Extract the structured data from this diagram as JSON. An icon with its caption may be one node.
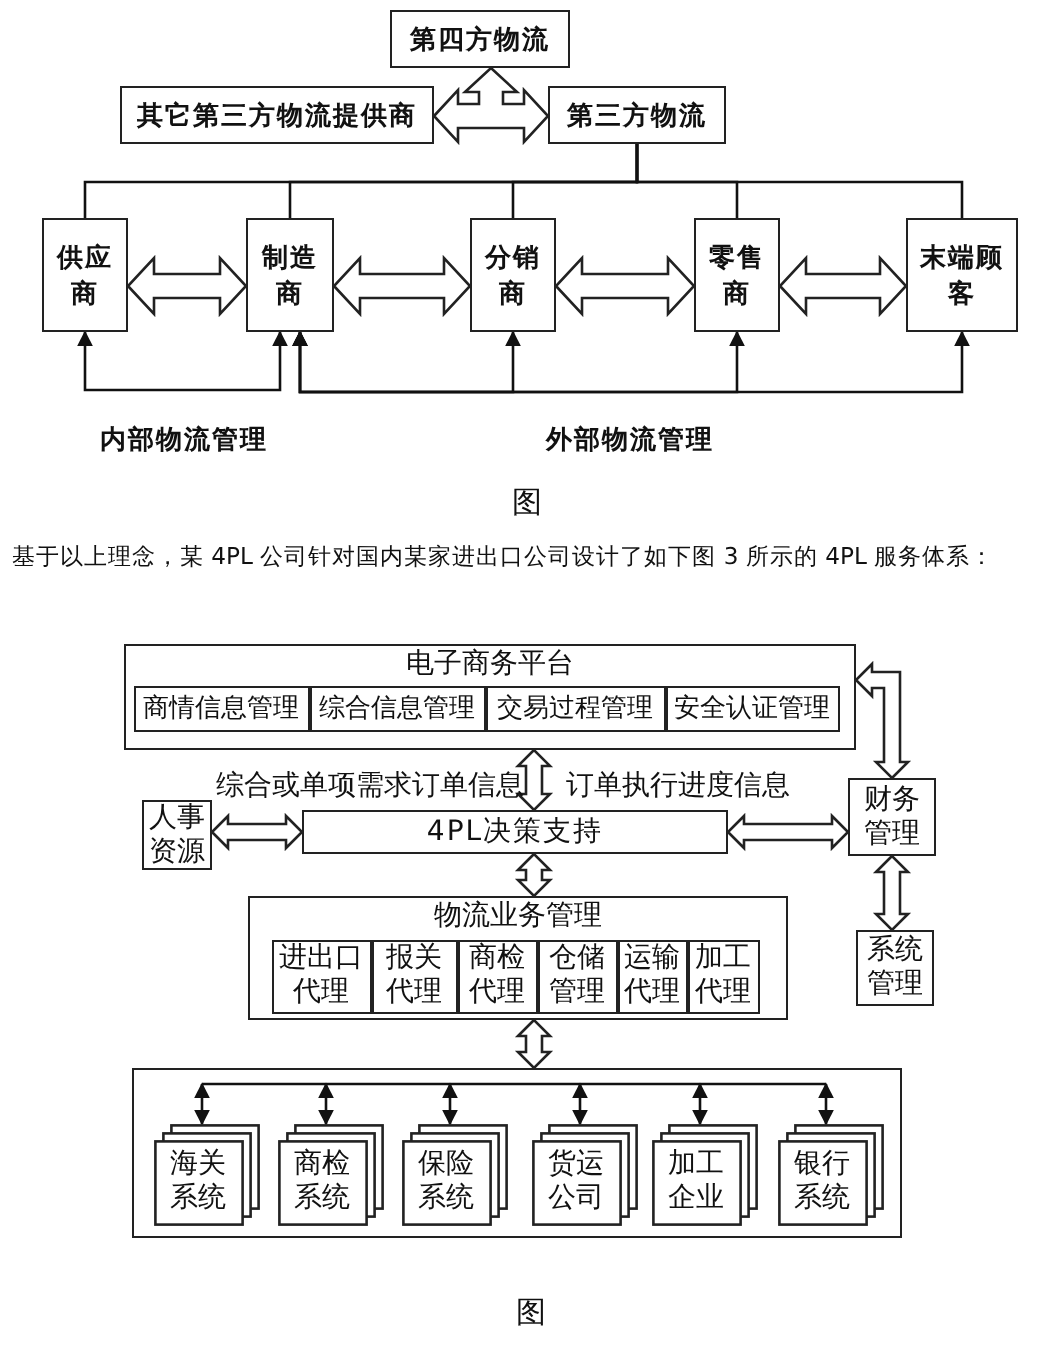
{
  "diagram": {
    "nodes": [
      {
        "text": [
          "第四方物流"
        ]
      },
      {
        "text": [
          "其它第三方物流提供商"
        ]
      },
      {
        "text": [
          "第三方物流"
        ]
      },
      {
        "text": [
          "供应商"
        ]
      },
      {
        "text": [
          "制造商"
        ]
      },
      {
        "text": [
          "分销商"
        ]
      },
      {
        "text": [
          "零售商"
        ]
      },
      {
        "text": [
          "末端顾客"
        ]
      },
      {
        "text": [
          "电子商务平台"
        ]
      },
      {
        "text": [
          "商情信息管理"
        ],
        "in": 8
      },
      {
        "text": [
          "综合信息管理"
        ],
        "in": 8
      },
      {
        "text": [
          "交易过程管理"
        ],
        "in": 8
      },
      {
        "text": [
          "安全认证管理"
        ],
        "in": 8
      },
      {
        "text": [
          "人事资源"
        ]
      },
      {
        "text": [
          "4PL决策支持"
        ]
      },
      {
        "text": [
          "财务管理"
        ]
      },
      {
        "text": [
          "物流业务管理"
        ]
      },
      {
        "text": [
          "进出口代理"
        ],
        "in": 16
      },
      {
        "text": [
          "报关代理"
        ],
        "in": 16
      },
      {
        "text": [
          "商检代理"
        ],
        "in": 16
      },
      {
        "text": [
          "仓储管理"
        ],
        "in": 16
      },
      {
        "text": [
          "运输代理"
        ],
        "in": 16
      },
      {
        "text": [
          "加工代理"
        ],
        "in": 16
      },
      {
        "text": [
          "系统管理"
        ]
      },
      {
        "text": [],
        "shape": "box"
      },
      {
        "text": [
          "海关系统"
        ],
        "in": 24
      },
      {
        "text": [
          "商检系统"
        ],
        "in": 24
      },
      {
        "text": [
          "保险系统"
        ],
        "in": 24
      },
      {
        "text": [
          "货运公司"
        ],
        "in": 24
      },
      {
        "text": [
          "加工企业"
        ],
        "in": 24
      },
      {
        "text": [
          "银行系统"
        ],
        "in": 24
      }
    ],
    "edges": [
      {
        "from": 1,
        "to": 2,
        "arrow": "both",
        "style": "thick"
      },
      {
        "from": null,
        "to": 0,
        "arrow": "to",
        "style": "thick"
      },
      {
        "from": 2,
        "to": 3,
        "arrow": "none"
      },
      {
        "from": 2,
        "to": 4,
        "arrow": "none"
      },
      {
        "from": 2,
        "to": 5,
        "arrow": "none"
      },
      {
        "from": 2,
        "to": 6,
        "arrow": "none"
      },
      {
        "from": 2,
        "to": 7,
        "arrow": "none"
      },
      {
        "from": 3,
        "to": 4,
        "arrow": "both",
        "style": "thick"
      },
      {
        "from": 4,
        "to": 5,
        "arrow": "both",
        "style": "thick"
      },
      {
        "from": 5,
        "to": 6,
        "arrow": "both",
        "style": "thick"
      },
      {
        "from": 6,
        "to": 7,
        "arrow": "both",
        "style": "thick"
      },
      {
        "from": 3,
        "to": 4,
        "arrow": "both"
      },
      {
        "from": 4,
        "to": 5,
        "arrow": "both"
      },
      {
        "from": 4,
        "to": 6,
        "arrow": "both"
      },
      {
        "from": 4,
        "to": 7,
        "arrow": "both"
      },
      {
        "from": 8,
        "to": 14,
        "arrow": "both",
        "style": "thick"
      },
      {
        "from": 13,
        "to": 14,
        "arrow": "both",
        "style": "thick"
      },
      {
        "from": 14,
        "to": 15,
        "arrow": "both",
        "style": "thick"
      },
      {
        "from": 15,
        "to": 8,
        "arrow": "both",
        "style": "thick"
      },
      {
        "from": 15,
        "to": 23,
        "arrow": "both",
        "style": "thick"
      },
      {
        "from": 14,
        "to": 16,
        "arrow": "both",
        "style": "thick"
      },
      {
        "from": 16,
        "to": 24,
        "arrow": "both",
        "style": "thick"
      },
      {
        "from": 24,
        "to": 25,
        "arrow": "both"
      },
      {
        "from": 24,
        "to": 26,
        "arrow": "both"
      },
      {
        "from": 24,
        "to": 27,
        "arrow": "both"
      },
      {
        "from": 24,
        "to": 28,
        "arrow": "both"
      },
      {
        "from": 24,
        "to": 29,
        "arrow": "both"
      },
      {
        "from": 24,
        "to": 30,
        "arrow": "both"
      }
    ],
    "labels": [
      "内部物流管理",
      "外部物流管理",
      "图",
      "基于以上理念，某 4PL 公司针对国内某家进出口公司设计了如下图 3 所示的 4PL 服务体系：",
      "综合或单项需求订单信息",
      "订单执行进度信息",
      "图"
    ]
  }
}
